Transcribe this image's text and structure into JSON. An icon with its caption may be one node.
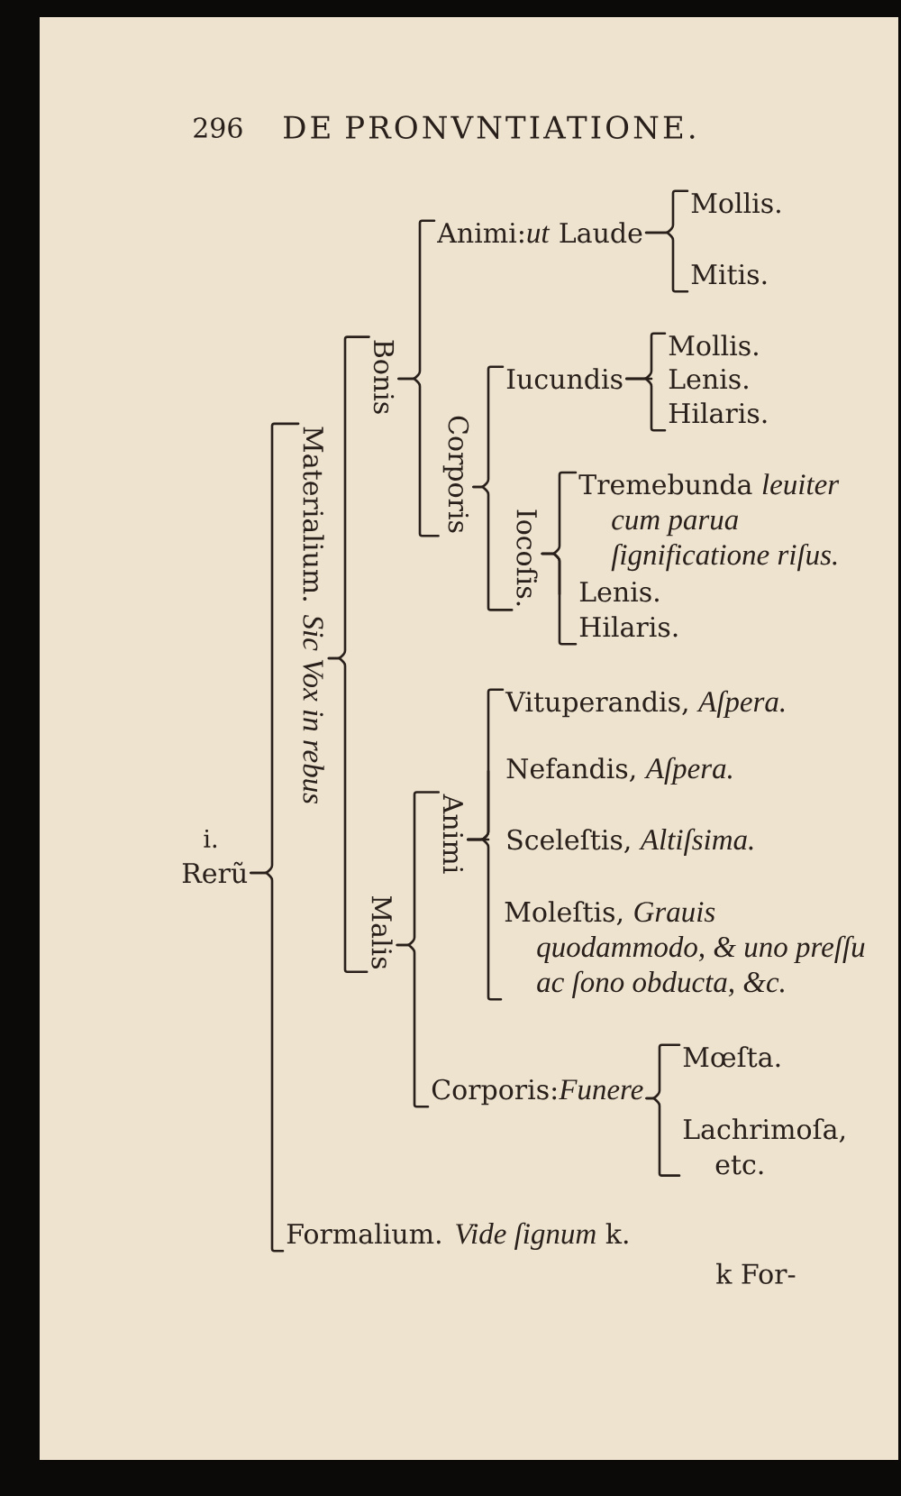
{
  "diagram": {
    "title": "DE PRONVNTIATIONE.",
    "nodes": [
      {
        "text": [
          "Rerũ"
        ],
        "beside": [
          "i."
        ]
      },
      {
        "text": [
          "Materialium. *Sic Vox in rebus*"
        ]
      },
      {
        "text": [
          "Bonis"
        ]
      },
      {
        "text": [
          "Animi:*ut* Laude"
        ]
      },
      {
        "text": [
          "Mollis."
        ]
      },
      {
        "text": [
          "Mitis."
        ]
      },
      {
        "text": [
          "Corporis"
        ]
      },
      {
        "text": [
          "Iucundis"
        ]
      },
      {
        "text": [
          "Mollis."
        ]
      },
      {
        "text": [
          "Lenis."
        ]
      },
      {
        "text": [
          "Hilaris."
        ]
      },
      {
        "text": [
          "Iocoſis."
        ]
      },
      {
        "text": [
          "Tremebunda *leuiter cum parua ſignificatione riſus.*"
        ]
      },
      {
        "text": [
          "Lenis."
        ]
      },
      {
        "text": [
          "Hilaris."
        ]
      },
      {
        "text": [
          "Malis"
        ]
      },
      {
        "text": [
          "Animi"
        ]
      },
      {
        "text": [
          "Vituperandis, *Aſpera.*"
        ]
      },
      {
        "text": [
          "Nefandis, *Aſpera.*"
        ]
      },
      {
        "text": [
          "Sceleſtis, *Altiſsima.*"
        ]
      },
      {
        "text": [
          "Moleſtis, *Grauis quodammodo, & uno preſſu ac ſono obducta, &c.*"
        ]
      },
      {
        "text": [
          "Corporis:*Funere*"
        ]
      },
      {
        "text": [
          "Mœſta."
        ]
      },
      {
        "text": [
          "Lachrimoſa, etc."
        ]
      },
      {
        "text": [
          "Formalium. *Vide ſignum* k."
        ]
      }
    ],
    "edges": [
      {
        "from": 0,
        "to": 1,
        "arrow": "none"
      },
      {
        "from": 0,
        "to": 24,
        "arrow": "none"
      },
      {
        "from": 1,
        "to": 2,
        "arrow": "none"
      },
      {
        "from": 1,
        "to": 15,
        "arrow": "none"
      },
      {
        "from": 2,
        "to": 3,
        "arrow": "none"
      },
      {
        "from": 2,
        "to": 6,
        "arrow": "none"
      },
      {
        "from": 3,
        "to": 4,
        "arrow": "none"
      },
      {
        "from": 3,
        "to": 5,
        "arrow": "none"
      },
      {
        "from": 6,
        "to": 7,
        "arrow": "none"
      },
      {
        "from": 6,
        "to": 11,
        "arrow": "none"
      },
      {
        "from": 7,
        "to": 8,
        "arrow": "none"
      },
      {
        "from": 7,
        "to": 9,
        "arrow": "none"
      },
      {
        "from": 7,
        "to": 10,
        "arrow": "none"
      },
      {
        "from": 11,
        "to": 12,
        "arrow": "none"
      },
      {
        "from": 11,
        "to": 13,
        "arrow": "none"
      },
      {
        "from": 11,
        "to": 14,
        "arrow": "none"
      },
      {
        "from": 15,
        "to": 16,
        "arrow": "none"
      },
      {
        "from": 15,
        "to": 21,
        "arrow": "none"
      },
      {
        "from": 16,
        "to": 17,
        "arrow": "none"
      },
      {
        "from": 16,
        "to": 18,
        "arrow": "none"
      },
      {
        "from": 16,
        "to": 19,
        "arrow": "none"
      },
      {
        "from": 16,
        "to": 20,
        "arrow": "none"
      },
      {
        "from": 21,
        "to": 22,
        "arrow": "none"
      },
      {
        "from": 21,
        "to": 23,
        "arrow": "none"
      }
    ],
    "labels": [
      "296",
      "k For-"
    ]
  }
}
